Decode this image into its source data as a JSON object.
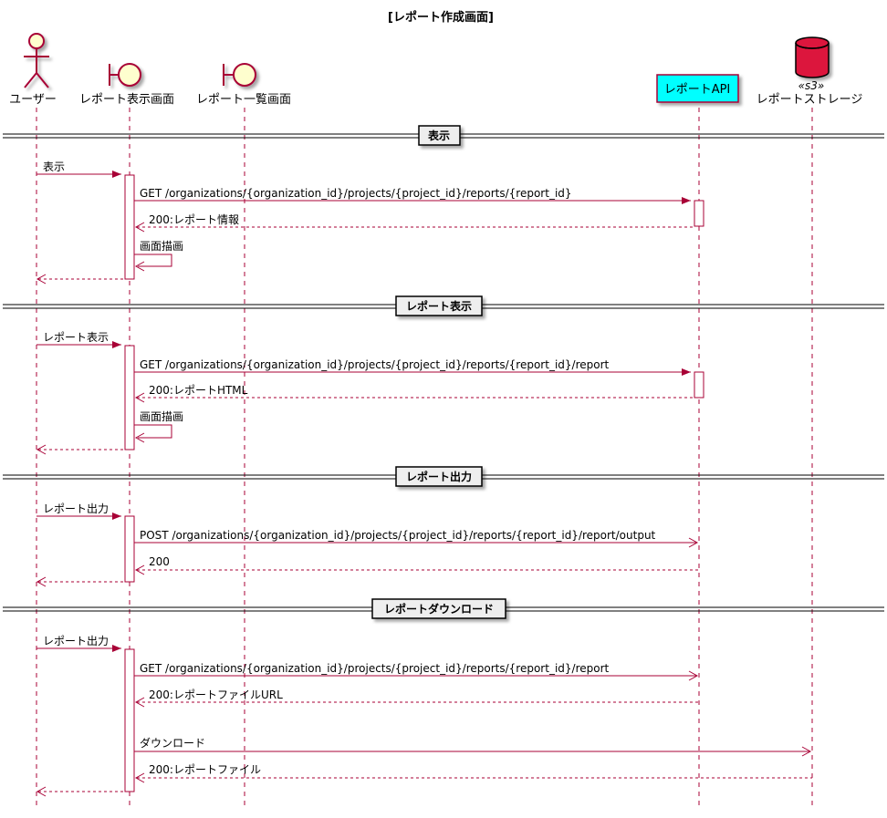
{
  "title": "[レポート作成画面]",
  "participants": {
    "user": {
      "label": "ユーザー"
    },
    "display": {
      "label": "レポート表示画面"
    },
    "list": {
      "label": "レポート一覧画面"
    },
    "api": {
      "label": "レポートAPI"
    },
    "storage": {
      "label": "レポートストレージ",
      "stereotype": "«s3»"
    }
  },
  "colors": {
    "line": "#A80036",
    "actor_fill": "#FEFECE",
    "api_fill": "#00FFFF",
    "db_fill": "#DC143C",
    "divider_fill": "#EEEEEE"
  },
  "sections": [
    {
      "label": "表示",
      "messages": [
        {
          "text": "表示"
        },
        {
          "text": "GET /organizations/{organization_id}/projects/{project_id}/reports/{report_id}"
        },
        {
          "text": "200:レポート情報"
        },
        {
          "text": "画面描画"
        }
      ]
    },
    {
      "label": "レポート表示",
      "messages": [
        {
          "text": "レポート表示"
        },
        {
          "text": "GET /organizations/{organization_id}/projects/{project_id}/reports/{report_id}/report"
        },
        {
          "text": "200:レポートHTML"
        },
        {
          "text": "画面描画"
        }
      ]
    },
    {
      "label": "レポート出力",
      "messages": [
        {
          "text": "レポート出力"
        },
        {
          "text": "POST /organizations/{organization_id}/projects/{project_id}/reports/{report_id}/report/output"
        },
        {
          "text": "200"
        }
      ]
    },
    {
      "label": "レポートダウンロード",
      "messages": [
        {
          "text": "レポート出力"
        },
        {
          "text": "GET /organizations/{organization_id}/projects/{project_id}/reports/{report_id}/report"
        },
        {
          "text": "200:レポートファイルURL"
        },
        {
          "text": "ダウンロード"
        },
        {
          "text": "200:レポートファイル"
        }
      ]
    }
  ]
}
